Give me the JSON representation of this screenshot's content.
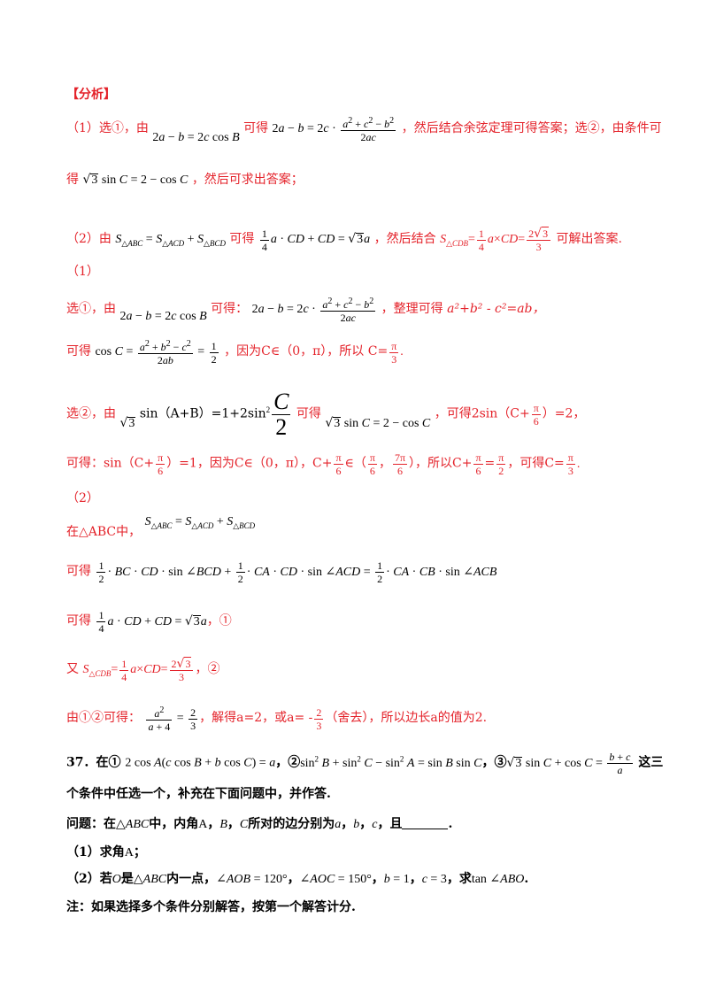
{
  "heading": "【分析】",
  "analysis": {
    "p1_a": "（1）选①，由",
    "p1_b": "可得",
    "p1_c": "，然后结合余弦定理可得答案；选②，由条件可",
    "p1_d": "得",
    "p1_e": "，然后可求出答案；",
    "p2_a": "（2）由",
    "p2_b": "可得",
    "p2_c": "，然后结合",
    "p2_d": "可解出答案."
  },
  "solution": {
    "part1": "（1）",
    "s1_a": "选①，由",
    "s1_b": "可得：",
    "s1_c": "，整理可得",
    "s1_d": "a²+b² - c²=ab，",
    "s2_a": "可得",
    "s2_b": "，因为",
    "s2_c": "C∈（0，π），所以",
    "s2_d": "C=",
    "s3_a": "选②，由",
    "s3_b": "sin（A+B）=1+2sin",
    "s3_c": "可得",
    "s3_d": "，可得2sin（C+",
    "s3_e": "）=2，",
    "s4_a": "可得：sin（C+",
    "s4_b": "）=1，因为C∈（0，π），C+",
    "s4_c": "∈（",
    "s4_d": "，",
    "s4_e": "），所以C+",
    "s4_f": "=",
    "s4_g": "，可得C=",
    "part2": "（2）",
    "t1": "在△ABC中，",
    "t2": "可得",
    "t3_a": "可得",
    "t3_b": "，①",
    "t4_a": "又",
    "t4_b": "，②",
    "t5_a": "由①②可得：",
    "t5_b": "，解得a=2，或a= -",
    "t5_c": "（舍去），所以边长a的值为2."
  },
  "problem37": {
    "q_a": "37．在①",
    "q_b": "，②",
    "q_c": "，③",
    "q_d": "这三",
    "q2": "个条件中任选一个，补充在下面问题中，并作答.",
    "q3_a": "问题：在",
    "q3_b": "中，内角",
    "q3_c": "，",
    "q3_d": "，",
    "q3_e": "所对的边分别为",
    "q3_f": "，",
    "q3_g": "，",
    "q3_h": "，且",
    "q3_i": ".",
    "q4": "（1）求角",
    "q4_end": "；",
    "q5_a": "（2）若",
    "q5_b": "是",
    "q5_c": "内一点，",
    "q5_d": "，",
    "q5_e": "，",
    "q5_f": "，",
    "q5_g": "，求",
    "q5_h": ".",
    "note": "注：如果选择多个条件分别解答，按第一个解答计分."
  }
}
